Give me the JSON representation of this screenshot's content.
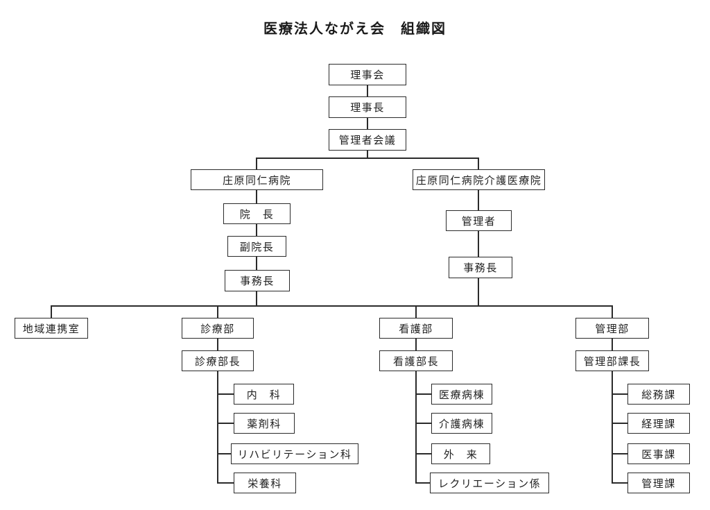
{
  "title": "医療法人ながえ会　組織図",
  "org": {
    "board": "理事会",
    "chairman": "理事長",
    "managers_meeting": "管理者会議",
    "hospital": {
      "name": "庄原同仁病院",
      "director": "院　長",
      "vice_director": "副院長",
      "admin_director": "事務長"
    },
    "care_facility": {
      "name": "庄原同仁病院介護医療院",
      "administrator": "管理者",
      "admin_director": "事務長"
    },
    "regional_office": "地域連携室",
    "medical_dept": {
      "name": "診療部",
      "head": "診療部長",
      "children": [
        "内　科",
        "薬剤科",
        "リハビリテーション科",
        "栄養科"
      ]
    },
    "nursing_dept": {
      "name": "看護部",
      "head": "看護部長",
      "children": [
        "医療病棟",
        "介護病棟",
        "外　来",
        "レクリエーション係"
      ]
    },
    "admin_dept": {
      "name": "管理部",
      "head": "管理部課長",
      "children": [
        "総務課",
        "経理課",
        "医事課",
        "管理課"
      ]
    }
  },
  "colors": {
    "page_bg": "#ffffff",
    "box_bg": "#ffffff",
    "box_border": "#2a2a2a",
    "line": "#2a2a2a",
    "text": "#1f1f1f"
  }
}
